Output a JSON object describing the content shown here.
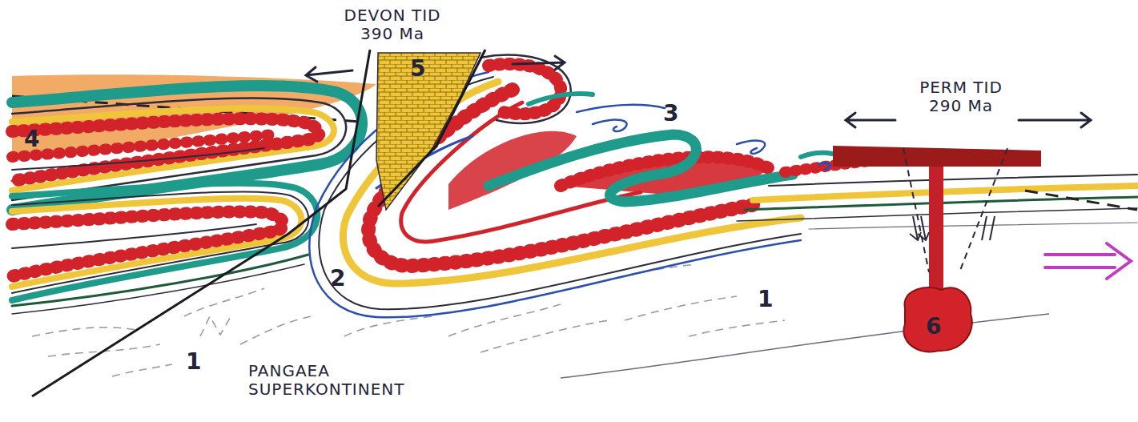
{
  "diagram": {
    "labels": [
      "DEVON TID 390 Ma",
      "5",
      "PERM TID 290 Ma",
      "3",
      "4",
      "2",
      "1",
      "6",
      "1",
      "PANGAEA SUPERKONTINENT"
    ]
  }
}
